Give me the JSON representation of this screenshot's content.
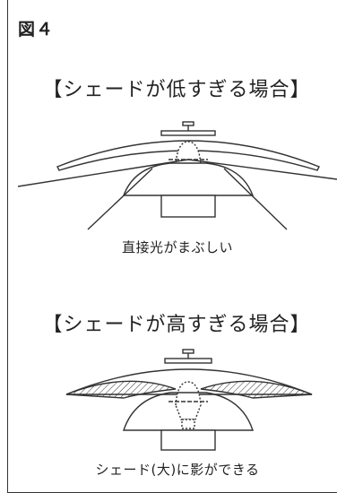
{
  "figure_label": "図４",
  "sections": [
    {
      "title": "【シェードが低すぎる場合】",
      "caption": "直接光がまぶしい"
    },
    {
      "title": "【シェードが高すぎる場合】",
      "caption": "シェード(大)に影ができる"
    }
  ],
  "colors": {
    "line": "#333333",
    "background": "#ffffff"
  }
}
